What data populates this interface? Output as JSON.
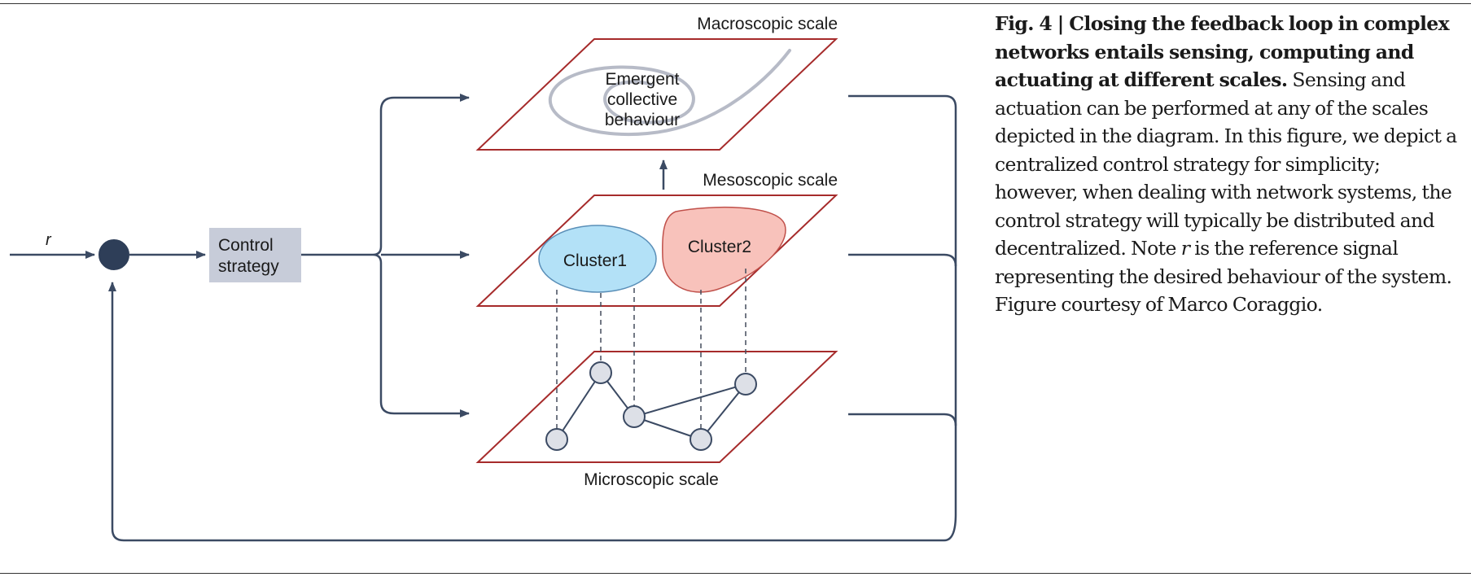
{
  "diagram": {
    "reference_symbol": "r",
    "controller_label_line1": "Control",
    "controller_label_line2": "strategy",
    "scales": {
      "macro": {
        "title": "Macroscopic scale",
        "label_line1": "Emergent",
        "label_line2": "collective",
        "label_line3": "behaviour"
      },
      "meso": {
        "title": "Mesoscopic scale",
        "cluster1": "Cluster1",
        "cluster2": "Cluster2"
      },
      "micro": {
        "title": "Microscopic scale"
      }
    },
    "colors": {
      "line": "#3b4a63",
      "plane_border": "#a62b2b",
      "summing_node": "#2e3e58",
      "controller_box": "#c7ccd9",
      "cluster1_fill": "#b3e1f7",
      "cluster1_stroke": "#5a8fb8",
      "cluster2_fill": "#f8c2bb",
      "cluster2_stroke": "#c0504a",
      "network_node": "#dde0e7",
      "spiral": "#b7bbc7"
    }
  },
  "caption": {
    "fig_label": "Fig. 4 | ",
    "title": "Closing the feedback loop in complex networks entails sensing, computing and actuating at different scales.",
    "body_part1": " Sensing and actuation can be performed at any of the scales depicted in the diagram. In this figure, we depict a centralized control strategy for simplicity; however, when dealing with network systems, the control strategy will typically be distributed and decentralized. Note ",
    "reference_symbol": "r",
    "body_part2": " is the reference signal representing the desired behaviour of the system. Figure courtesy of Marco Coraggio."
  }
}
